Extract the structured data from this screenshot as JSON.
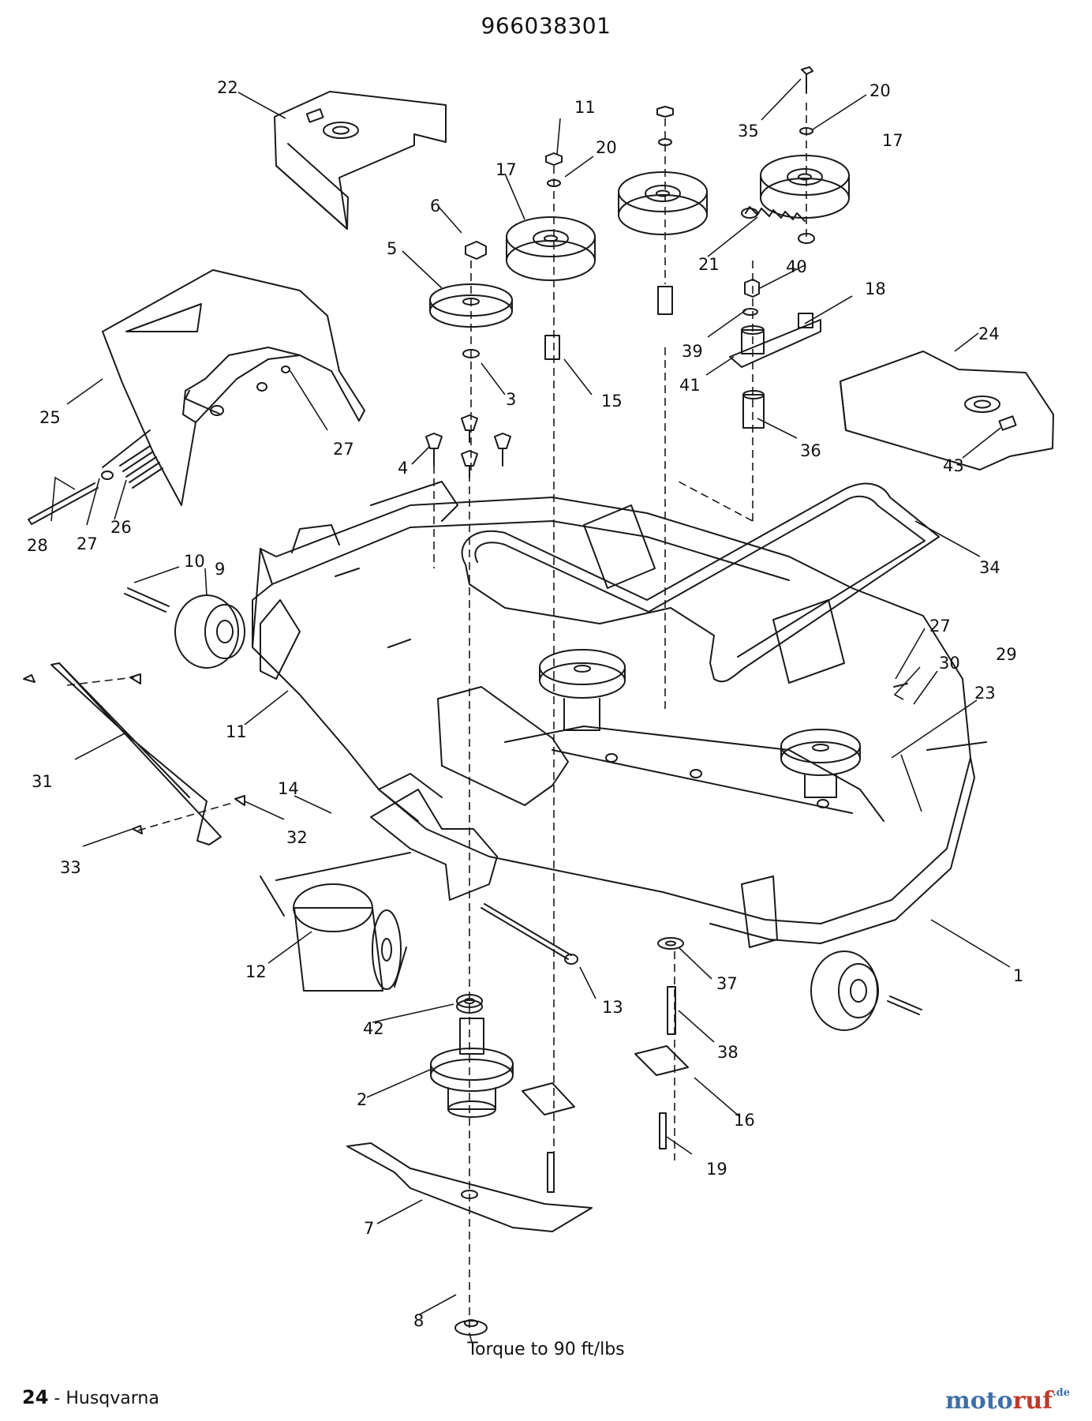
{
  "title": "966038301",
  "caption": "Torque to 90 ft/lbs",
  "footer": {
    "page_number": "24",
    "brand": "- Husqvarna"
  },
  "watermark": {
    "part1": "moto",
    "part2": "ruf",
    "part3": ".de"
  },
  "callouts": [
    {
      "id": "c1",
      "label": "1"
    },
    {
      "id": "c2",
      "label": "2"
    },
    {
      "id": "c3",
      "label": "3"
    },
    {
      "id": "c4",
      "label": "4"
    },
    {
      "id": "c5",
      "label": "5"
    },
    {
      "id": "c6",
      "label": "6"
    },
    {
      "id": "c7",
      "label": "7"
    },
    {
      "id": "c8",
      "label": "8"
    },
    {
      "id": "c9",
      "label": "9"
    },
    {
      "id": "c10",
      "label": "10"
    },
    {
      "id": "c11a",
      "label": "11"
    },
    {
      "id": "c11b",
      "label": "11"
    },
    {
      "id": "c12",
      "label": "12"
    },
    {
      "id": "c13",
      "label": "13"
    },
    {
      "id": "c14",
      "label": "14"
    },
    {
      "id": "c15",
      "label": "15"
    },
    {
      "id": "c16",
      "label": "16"
    },
    {
      "id": "c17a",
      "label": "17"
    },
    {
      "id": "c17b",
      "label": "17"
    },
    {
      "id": "c18",
      "label": "18"
    },
    {
      "id": "c19",
      "label": "19"
    },
    {
      "id": "c20a",
      "label": "20"
    },
    {
      "id": "c20b",
      "label": "20"
    },
    {
      "id": "c21",
      "label": "21"
    },
    {
      "id": "c22",
      "label": "22"
    },
    {
      "id": "c23",
      "label": "23"
    },
    {
      "id": "c24",
      "label": "24"
    },
    {
      "id": "c25",
      "label": "25"
    },
    {
      "id": "c26",
      "label": "26"
    },
    {
      "id": "c27a",
      "label": "27"
    },
    {
      "id": "c27b",
      "label": "27"
    },
    {
      "id": "c27c",
      "label": "27"
    },
    {
      "id": "c28",
      "label": "28"
    },
    {
      "id": "c29",
      "label": "29"
    },
    {
      "id": "c30",
      "label": "30"
    },
    {
      "id": "c31",
      "label": "31"
    },
    {
      "id": "c32",
      "label": "32"
    },
    {
      "id": "c33",
      "label": "33"
    },
    {
      "id": "c34",
      "label": "34"
    },
    {
      "id": "c35",
      "label": "35"
    },
    {
      "id": "c36",
      "label": "36"
    },
    {
      "id": "c37",
      "label": "37"
    },
    {
      "id": "c38",
      "label": "38"
    },
    {
      "id": "c39",
      "label": "39"
    },
    {
      "id": "c40",
      "label": "40"
    },
    {
      "id": "c41",
      "label": "41"
    },
    {
      "id": "c42",
      "label": "42"
    },
    {
      "id": "c43",
      "label": "43"
    }
  ]
}
